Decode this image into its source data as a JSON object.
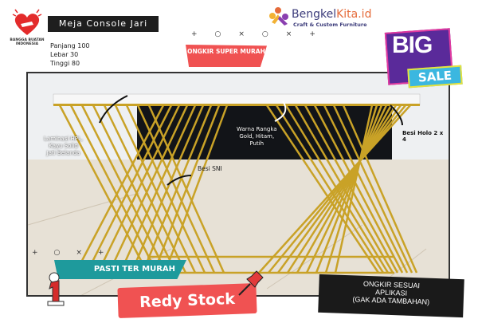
{
  "product": {
    "title": "Meja Console Jari",
    "dimensions": [
      "Panjang 100",
      "Lebar 30",
      "Tinggi 80"
    ]
  },
  "badges": {
    "bbi_logo_text": "BANGGA BUATAN INDONESIA",
    "ongkir_super": "ONGKIR SUPER MURAH",
    "big": "BIG",
    "sale": "SALE",
    "pasti_murah": "PASTI TER MURAH",
    "redy_stock": "Redy Stock",
    "ongkir_sesuai": [
      "ONGKIR SESUAI",
      "APLIKASI",
      "(GAK ADA TAMBAHAN)"
    ]
  },
  "brand": {
    "name_part1": "Bengkel",
    "name_part2": "Kita.id",
    "tagline": "Craft & Custom Furniture"
  },
  "annotations": {
    "top": [
      "Laminasi HPL,",
      "Kayu Solid",
      "Jati Belanda"
    ],
    "frame_color": [
      "Warna Rangka",
      "Gold, Hitam,",
      "Putih"
    ],
    "besi_sni": "Besi SNI",
    "besi_holo": "Besi Holo 2 x 4"
  },
  "colors": {
    "accent_red": "#f05252",
    "teal": "#1e9a9c",
    "purple": "#5a2a9a",
    "gold": "#c9a227"
  }
}
